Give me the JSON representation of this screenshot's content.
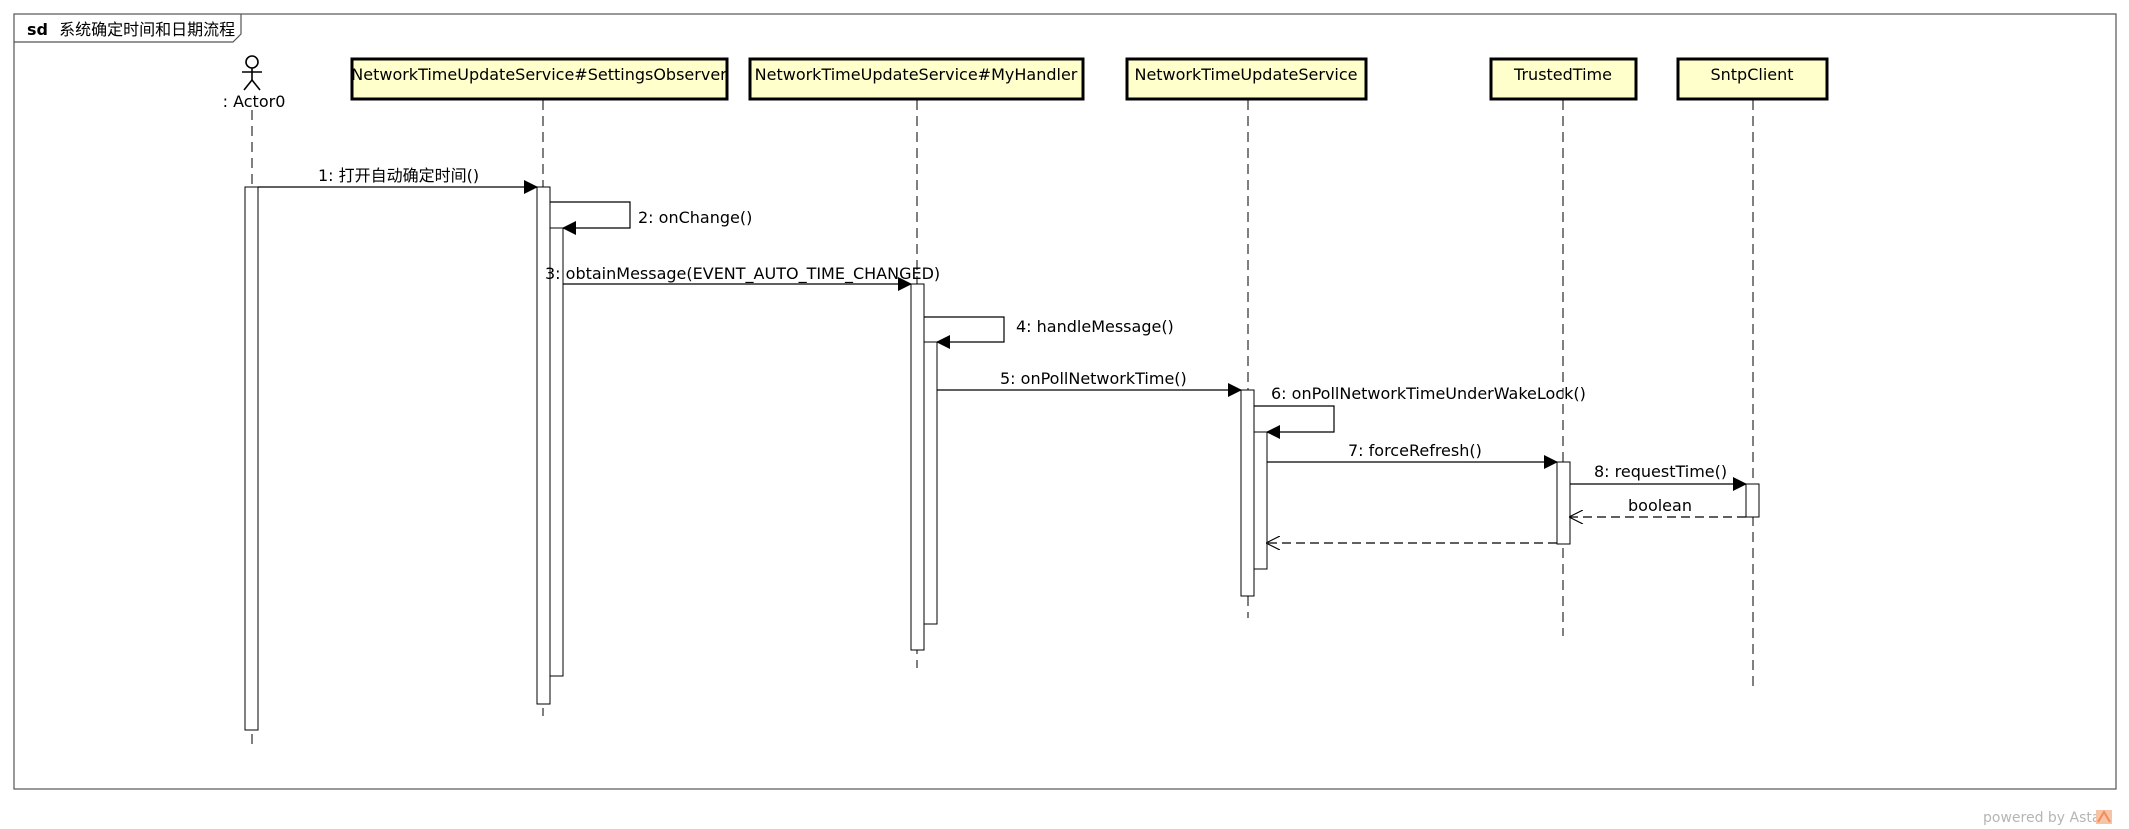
{
  "frame": {
    "keyword": "sd",
    "title": "系统确定时间和日期流程"
  },
  "actor": {
    "label": ": Actor0"
  },
  "lifelines": [
    {
      "id": "settings_observer",
      "label": "NetworkTimeUpdateService#SettingsObserver"
    },
    {
      "id": "my_handler",
      "label": "NetworkTimeUpdateService#MyHandler"
    },
    {
      "id": "service",
      "label": "NetworkTimeUpdateService"
    },
    {
      "id": "trusted_time",
      "label": "TrustedTime"
    },
    {
      "id": "sntp_client",
      "label": "SntpClient"
    }
  ],
  "messages": [
    {
      "label": "1: 打开自动确定时间()"
    },
    {
      "label": "2: onChange()"
    },
    {
      "label": "3: obtainMessage(EVENT_AUTO_TIME_CHANGED)"
    },
    {
      "label": "4: handleMessage()"
    },
    {
      "label": "5: onPollNetworkTime()"
    },
    {
      "label": "6: onPollNetworkTimeUnderWakeLock()"
    },
    {
      "label": "7: forceRefresh()"
    },
    {
      "label": "8: requestTime()"
    },
    {
      "label": "boolean"
    }
  ],
  "footer": {
    "text": "powered by Astah"
  },
  "colors": {
    "header_fill": "#ffffcc",
    "line": "#000000",
    "footer": "#b5b5b5",
    "astah_orange": "#f28c5a"
  }
}
